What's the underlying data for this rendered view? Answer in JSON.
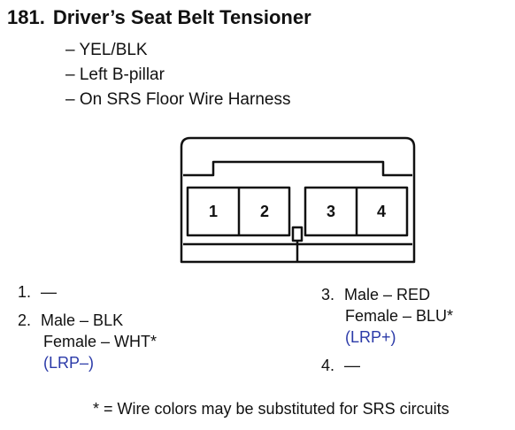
{
  "heading": {
    "number": "181.",
    "title": "Driver’s Seat Belt Tensioner"
  },
  "details": [
    "– YEL/BLK",
    "– Left B-pillar",
    "– On SRS Floor Wire Harness"
  ],
  "connector": {
    "pins": [
      "1",
      "2",
      "3",
      "4"
    ]
  },
  "pinouts": {
    "left": {
      "pin1": {
        "label": "1.",
        "value": "—"
      },
      "pin2": {
        "label": "2.",
        "male": "Male – BLK",
        "female": "Female – WHT*",
        "circuit": "(LRP–)"
      }
    },
    "right": {
      "pin3": {
        "label": "3.",
        "male": "Male – RED",
        "female": "Female – BLU*",
        "circuit": "(LRP+)"
      },
      "pin4": {
        "label": "4.",
        "value": "—"
      }
    }
  },
  "footnote": "* = Wire colors may be substituted for SRS circuits",
  "colors": {
    "circuit_text": "#2b3aa8",
    "line": "#111111"
  }
}
